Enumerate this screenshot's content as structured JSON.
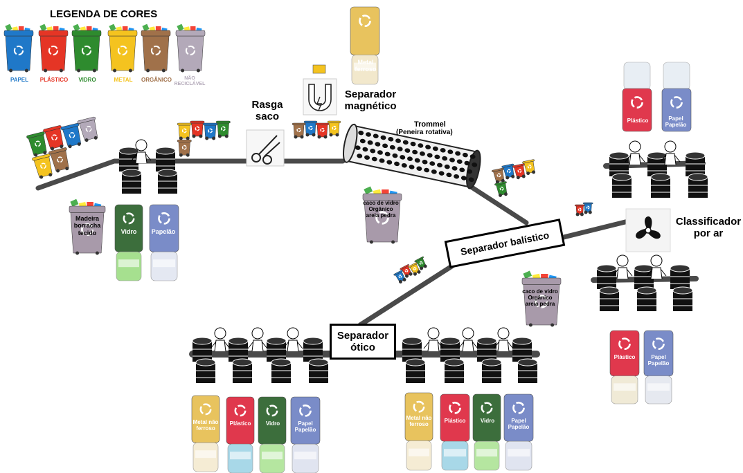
{
  "legend": {
    "title": "LEGENDA DE CORES",
    "items": [
      {
        "label": "PAPEL",
        "color": "#1f78c8"
      },
      {
        "label": "PLÁSTICO",
        "color": "#e53525"
      },
      {
        "label": "VIDRO",
        "color": "#2e8b2e"
      },
      {
        "label": "METAL",
        "color": "#f4c31f"
      },
      {
        "label": "ORGÂNICO",
        "color": "#a0714a"
      },
      {
        "label": "NÃO RECICLÁVEL",
        "color": "#b3a9b9"
      }
    ]
  },
  "stations": {
    "rasga_saco": "Rasga saco",
    "separador_magnetico": "Separador magnético",
    "trommel": "Trommel",
    "trommel_sub": "(Peneira rotativa)",
    "separador_balistico": "Separador balístico",
    "classificador": "Classificador por ar",
    "separador_otico": "Separador ótico"
  },
  "containers": {
    "rejeito1": "Madeira borracha tecido",
    "vidro": "Vidro",
    "papelao": "Papelão",
    "metal_ferroso": "Metal ferroso",
    "trommel_reject": "caco de vidro Orgânico areia pedra",
    "balistico_reject": "caco de vidro Orgânico areia pedra",
    "ar_plastico": "Plástico",
    "ar_papel": "Papel Papelão",
    "ar2_plastico": "Plástico",
    "ar2_papel": "Papel Papelão",
    "ot1_metal": "Metal não ferroso",
    "ot1_plastico": "Plástico",
    "ot1_vidro": "Vidro",
    "ot1_papel": "Papel Papelão",
    "ot2_metal": "Metal não ferroso",
    "ot2_plastico": "Plástico",
    "ot2_vidro": "Vidro",
    "ot2_papel": "Papel Papelão"
  },
  "colors": {
    "belt": "#4a4a4a",
    "truck_plastico": "#e0384d",
    "truck_papel": "#7a8cc8",
    "truck_vidro": "#3c6e3c",
    "truck_metal": "#e8c35e",
    "reject_bin": "#a89aaa"
  }
}
